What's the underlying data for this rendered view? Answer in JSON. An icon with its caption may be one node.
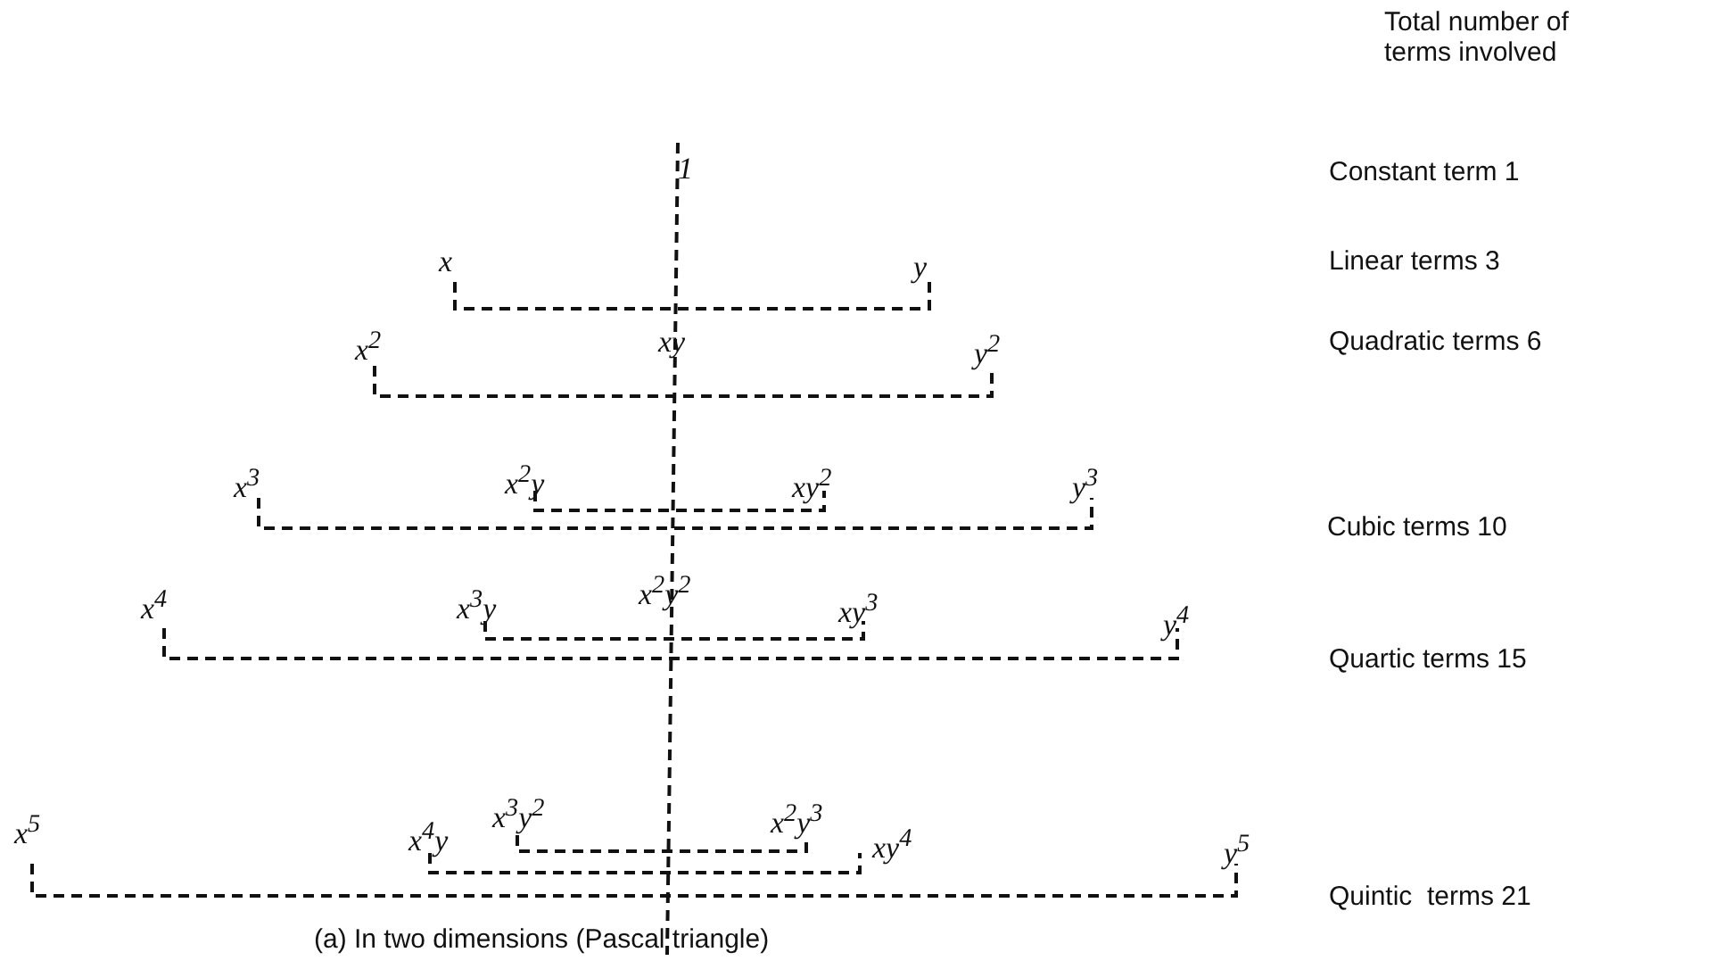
{
  "diagram": {
    "caption": "(a) In two dimensions (Pascal triangle)",
    "labels": [
      "Total number of terms involved",
      "1",
      "Constant term 1",
      "x",
      "y",
      "Linear terms 3",
      "x$^{2}$",
      "xy",
      "y$^{2}$",
      "Quadratic terms 6",
      "x$^{3}$",
      "x$^{2}$y",
      "xy$^{2}$",
      "y$^{3}$",
      "Cubic terms 10",
      "x$^{4}$",
      "x$^{3}$y",
      "x$^{2}$y$^{2}$",
      "xy$^{3}$",
      "y$^{4}$",
      "Quartic terms 15",
      "x$^{5}$",
      "x$^{4}$y",
      "x$^{3}$y$^{2}$",
      "x$^{2}$y$^{3}$",
      "xy$^{4}$",
      "y$^{5}$",
      "Quintic  terms 21"
    ]
  }
}
